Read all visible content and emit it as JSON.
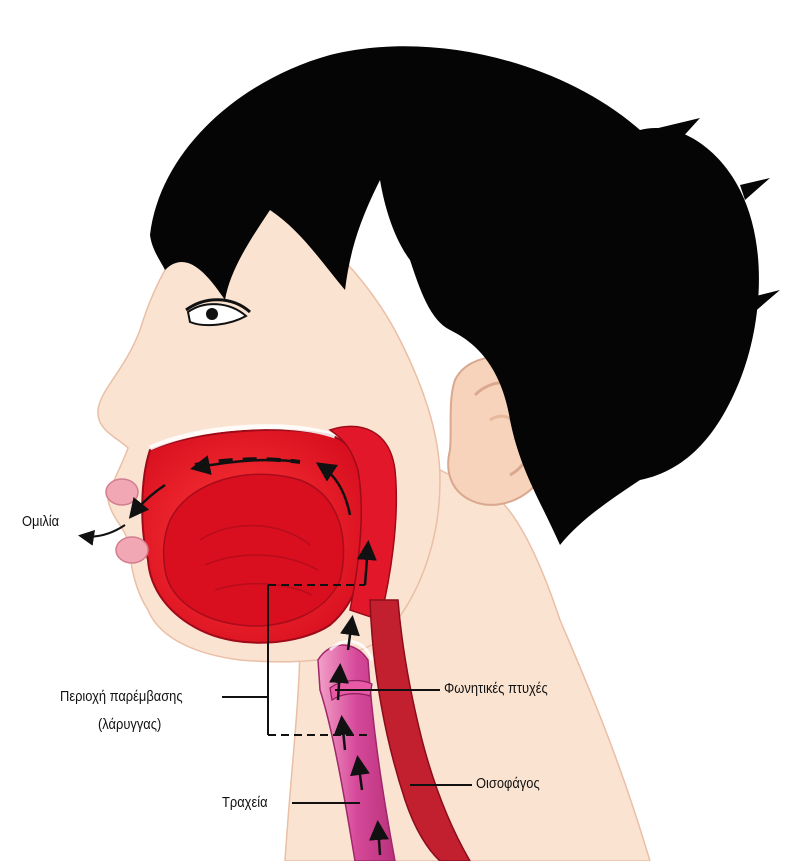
{
  "labels": {
    "speech": "Ομιλία",
    "intervention_area": "Περιοχή παρέμβασης",
    "larynx": "(λάρυγγας)",
    "vocal_folds": "Φωνητικές πτυχές",
    "esophagus": "Οισοφάγος",
    "trachea": "Τραχεία"
  },
  "colors": {
    "hair": "#050505",
    "skin": "#fbe3d2",
    "skin_shadow": "#f0c6ac",
    "oral_cavity": "#e2182a",
    "tongue": "#d90f1f",
    "trachea": "#d6499a",
    "esophagus": "#c21f2f",
    "lips": "#f2a7b4",
    "lines": "#111111"
  },
  "icons": [
    "airflow-arrow-icon",
    "speech-arrow-icon"
  ]
}
